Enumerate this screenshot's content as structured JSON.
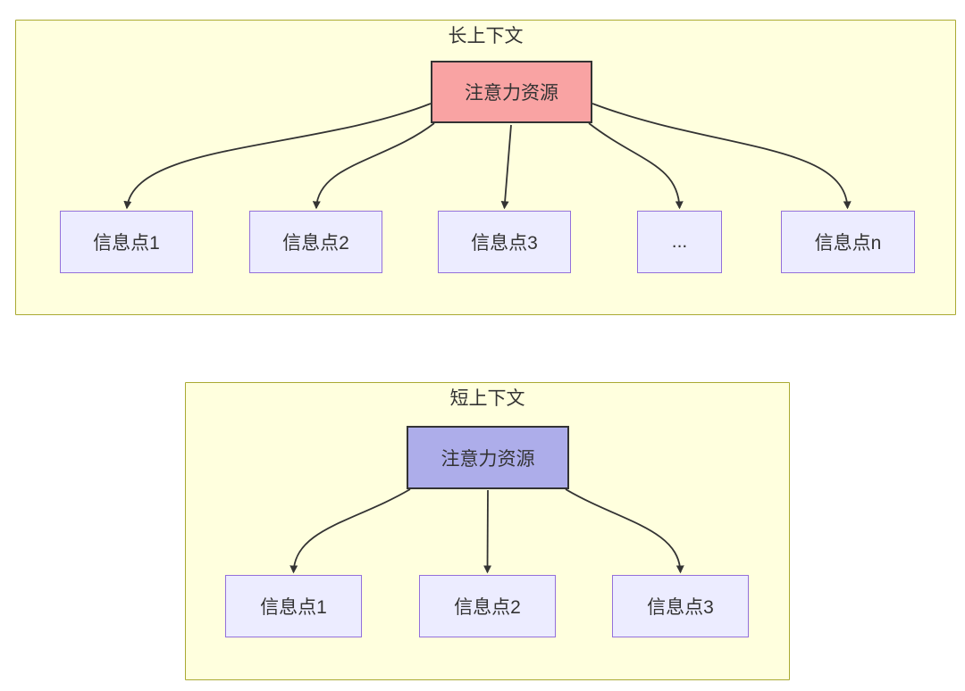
{
  "diagram": {
    "type": "flowchart",
    "long_context": {
      "title": "长上下文",
      "attention": "注意力资源",
      "info_points": [
        "信息点1",
        "信息点2",
        "信息点3",
        "...",
        "信息点n"
      ]
    },
    "short_context": {
      "title": "短上下文",
      "attention": "注意力资源",
      "info_points": [
        "信息点1",
        "信息点2",
        "信息点3"
      ]
    }
  },
  "colors": {
    "cluster_fill": "#ffffde",
    "cluster_border": "#aaaa33",
    "attention_long_fill": "#F9A3A3",
    "attention_short_fill": "#ADADEA",
    "attention_border": "#333333",
    "info_node_fill": "#ECECFF",
    "info_node_border": "#9370DB",
    "edge_color": "#333333",
    "text_color": "#333333"
  }
}
